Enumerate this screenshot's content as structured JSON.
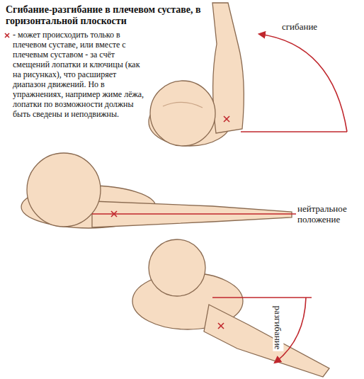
{
  "diagram": {
    "title": "Сгибание-разгибание в плечевом суставе, в горизонтальной плоскости",
    "labels": [
      "- может происходить только в плечевом суставе, или вместе с плечевым суставом - за счёт смещений лопатки и ключицы (как на рисунках), что расширяет диапазон движений. Но в упражнениях, например жиме лёжа, лопатки по возможности должны быть сведены и неподвижны.",
      "сгибание",
      "нейтральное положение",
      "разгибание"
    ]
  }
}
